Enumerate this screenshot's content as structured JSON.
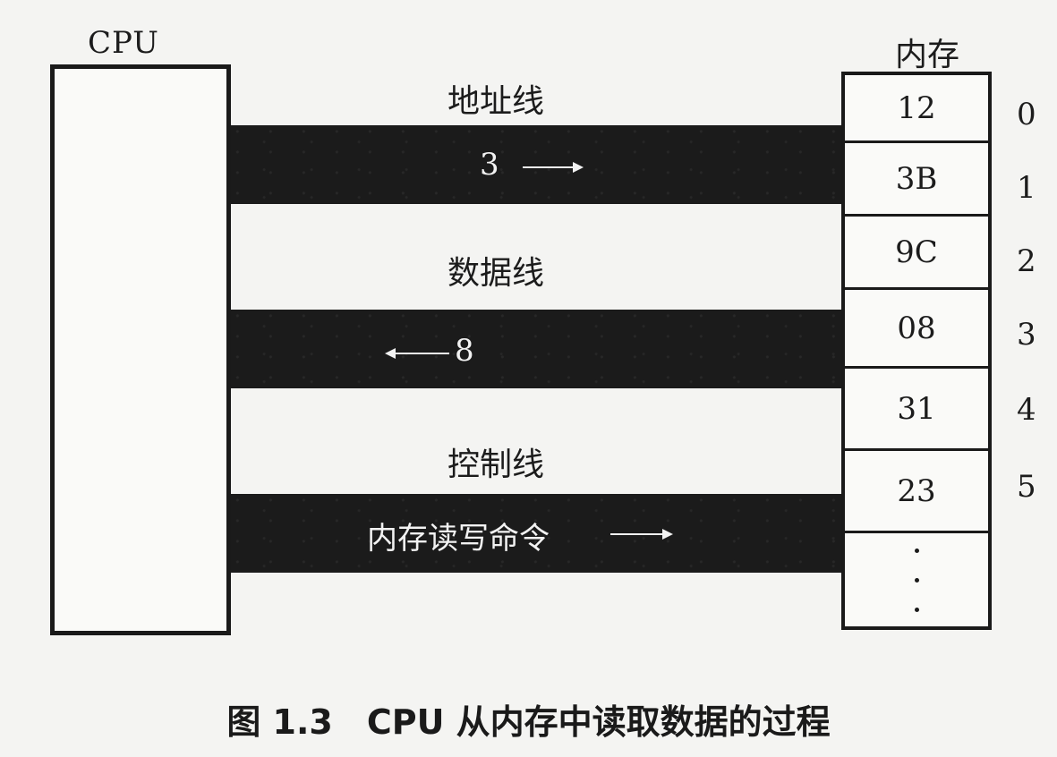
{
  "cpu": {
    "label": "CPU"
  },
  "memory": {
    "label": "内存",
    "cells": [
      {
        "value": "12",
        "address": "0"
      },
      {
        "value": "3B",
        "address": "1"
      },
      {
        "value": "9C",
        "address": "2"
      },
      {
        "value": "08",
        "address": "3"
      },
      {
        "value": "31",
        "address": "4"
      },
      {
        "value": "23",
        "address": "5"
      }
    ]
  },
  "buses": {
    "address": {
      "label": "地址线",
      "signal": "3",
      "direction": "right"
    },
    "data": {
      "label": "数据线",
      "signal": "8",
      "direction": "left"
    },
    "control": {
      "label": "控制线",
      "signal": "内存读写命令",
      "direction": "right"
    }
  },
  "caption": "图 1.3　CPU 从内存中读取数据的过程"
}
